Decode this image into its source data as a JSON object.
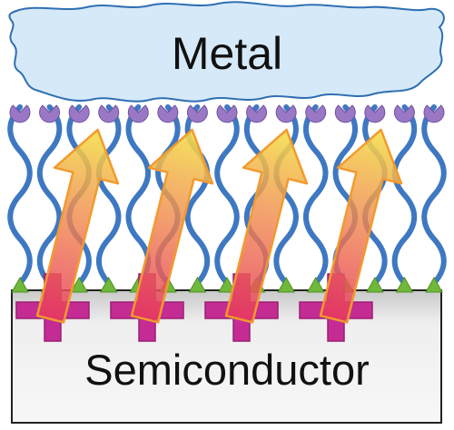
{
  "labels": {
    "metal": "Metal",
    "semiconductor": "Semiconductor"
  },
  "colors": {
    "metal_fill": "#d6e9f8",
    "metal_stroke": "#2f6fb3",
    "semiconductor_fill": "#e6e6e6",
    "semiconductor_stroke": "#222222",
    "chain": "#3f78c2",
    "anchor_head": "#9a78c6",
    "anchor_tail": "#6fb83a",
    "dipole_plus": "#c42c94",
    "arrow_head": "#e8d93a",
    "arrow_edge": "#f29a2e"
  },
  "diagram": {
    "molecule_count": 15,
    "dipole_count": 4,
    "icons": [
      "plus-sign-icon",
      "dipole-arrow-icon"
    ]
  }
}
